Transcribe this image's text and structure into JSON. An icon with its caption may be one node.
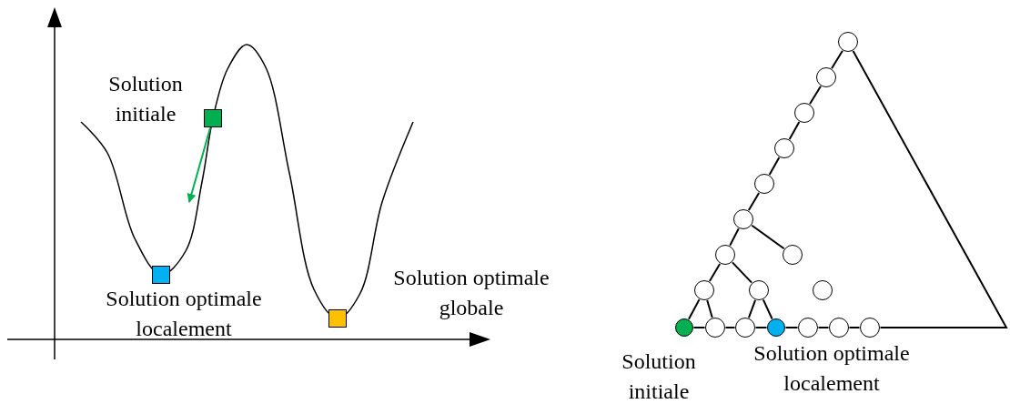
{
  "diagram": {
    "nodes": [
      {
        "text": [],
        "shape": "box",
        "beside": [
          "Solution initiale"
        ]
      },
      {
        "text": [],
        "shape": "box",
        "beside": [
          "Solution optimale localement"
        ]
      },
      {
        "text": [],
        "shape": "box",
        "beside": [
          "Solution optimale globale"
        ]
      },
      {
        "text": [],
        "shape": "circle"
      },
      {
        "text": [],
        "shape": "circle"
      },
      {
        "text": [],
        "shape": "circle"
      },
      {
        "text": [],
        "shape": "circle"
      },
      {
        "text": [],
        "shape": "circle"
      },
      {
        "text": [],
        "shape": "circle"
      },
      {
        "text": [],
        "shape": "circle"
      },
      {
        "text": [],
        "shape": "circle"
      },
      {
        "text": [],
        "shape": "circle"
      },
      {
        "text": [],
        "shape": "circle"
      },
      {
        "text": [],
        "shape": "circle"
      },
      {
        "text": [],
        "shape": "circle",
        "beside": [
          "Solution initiale"
        ]
      },
      {
        "text": [],
        "shape": "circle"
      },
      {
        "text": [],
        "shape": "circle"
      },
      {
        "text": [],
        "shape": "circle",
        "beside": [
          "Solution optimale localement"
        ]
      },
      {
        "text": [],
        "shape": "circle"
      },
      {
        "text": [],
        "shape": "circle"
      },
      {
        "text": [],
        "shape": "circle"
      }
    ],
    "edges": [
      {
        "from": 0,
        "to": null,
        "arrow": "to",
        "color": "#00b050"
      },
      {
        "from": 3,
        "to": 4,
        "arrow": "none"
      },
      {
        "from": 4,
        "to": 5,
        "arrow": "none"
      },
      {
        "from": 5,
        "to": 6,
        "arrow": "none"
      },
      {
        "from": 6,
        "to": 7,
        "arrow": "none"
      },
      {
        "from": 7,
        "to": 8,
        "arrow": "none"
      },
      {
        "from": 8,
        "to": 9,
        "arrow": "none"
      },
      {
        "from": 8,
        "to": 10,
        "arrow": "none"
      },
      {
        "from": 9,
        "to": 11,
        "arrow": "none"
      },
      {
        "from": 9,
        "to": 12,
        "arrow": "none"
      },
      {
        "from": 11,
        "to": 14,
        "arrow": "none"
      },
      {
        "from": 11,
        "to": 15,
        "arrow": "none"
      },
      {
        "from": 12,
        "to": 16,
        "arrow": "none"
      },
      {
        "from": 12,
        "to": 17,
        "arrow": "none"
      },
      {
        "from": 14,
        "to": 15,
        "arrow": "none"
      },
      {
        "from": 15,
        "to": 16,
        "arrow": "none"
      },
      {
        "from": 16,
        "to": 17,
        "arrow": "none"
      },
      {
        "from": 17,
        "to": 18,
        "arrow": "none"
      },
      {
        "from": 18,
        "to": 19,
        "arrow": "none"
      },
      {
        "from": 19,
        "to": 20,
        "arrow": "none"
      },
      {
        "from": 3,
        "to": 20,
        "arrow": "none"
      }
    ]
  }
}
